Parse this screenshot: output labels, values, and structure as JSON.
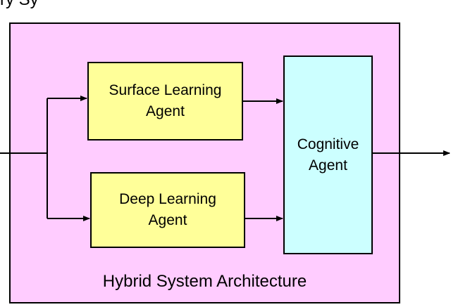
{
  "page": {
    "top_text": "ry Sy"
  },
  "diagram": {
    "nodes": {
      "surface_agent": {
        "label": "Surface Learning\nAgent",
        "fill": "#ffff99"
      },
      "deep_agent": {
        "label": "Deep Learning\nAgent",
        "fill": "#ffff99"
      },
      "cognitive_agent": {
        "label": "Cognitive\nAgent",
        "fill": "#ccffff"
      }
    },
    "container": {
      "caption": "Hybrid System Architecture",
      "fill": "#ffccff"
    },
    "edges": [
      {
        "from": "input",
        "to": "surface_agent"
      },
      {
        "from": "input",
        "to": "deep_agent"
      },
      {
        "from": "surface_agent",
        "to": "cognitive_agent"
      },
      {
        "from": "deep_agent",
        "to": "cognitive_agent"
      },
      {
        "from": "cognitive_agent",
        "to": "output"
      }
    ]
  }
}
